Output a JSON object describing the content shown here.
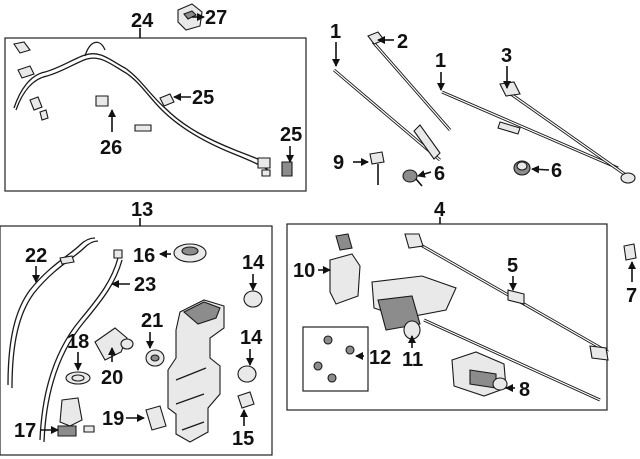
{
  "callouts": {
    "c1a": "1",
    "c1b": "1",
    "c2": "2",
    "c3": "3",
    "c5": "5",
    "c6a": "6",
    "c6b": "6",
    "c7": "7",
    "c8": "8",
    "c9": "9",
    "c4": "4",
    "c10": "10",
    "c11": "11",
    "c12": "12",
    "c13": "13",
    "c14a": "14",
    "c14b": "14",
    "c15": "15",
    "c16": "16",
    "c17": "17",
    "c18": "18",
    "c19": "19",
    "c20": "20",
    "c21": "21",
    "c22": "22",
    "c23": "23",
    "c24": "24",
    "c25a": "25",
    "c25b": "25",
    "c26": "26",
    "c27": "27"
  },
  "colors": {
    "line": "#111111",
    "part_fill": "#e9e9e9",
    "part_shade": "#8c8c8c",
    "background": "#ffffff"
  }
}
